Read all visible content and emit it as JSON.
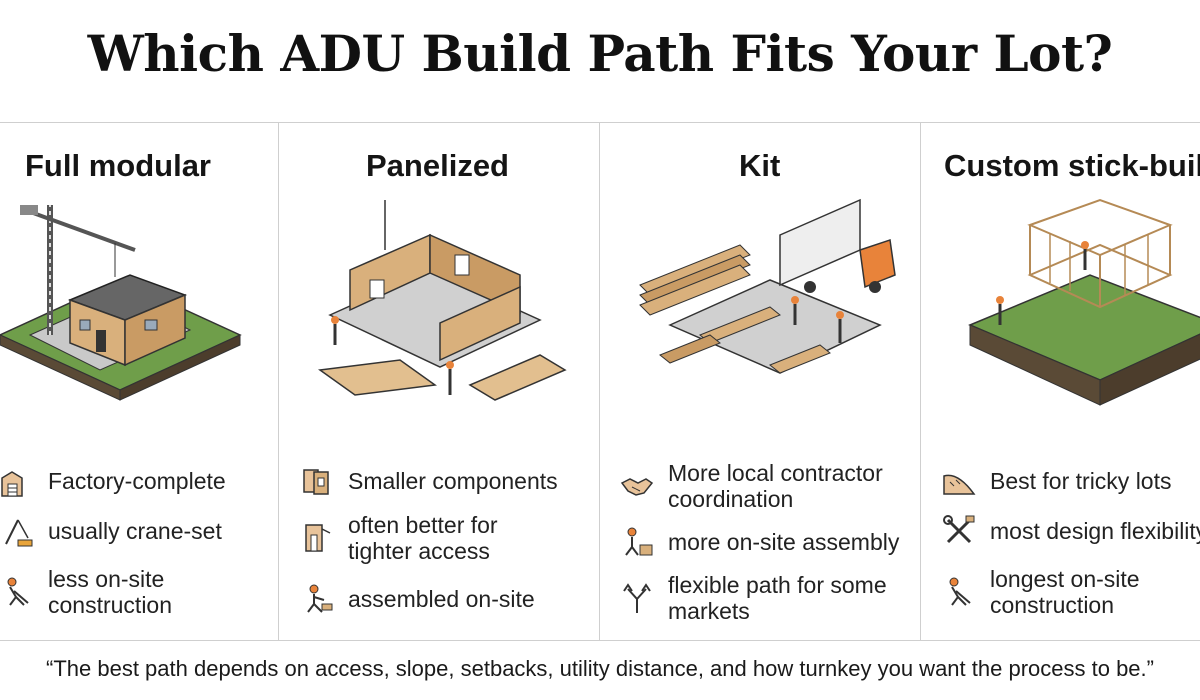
{
  "title": "Which ADU Build Path Fits Your Lot?",
  "columns": [
    {
      "heading": "Full modular",
      "illustration": "crane-setting-modular-house",
      "bullets": [
        {
          "icon": "factory-icon",
          "text": "Factory-complete"
        },
        {
          "icon": "crane-icon",
          "text": "usually crane-set"
        },
        {
          "icon": "worker-digging-icon",
          "lines": [
            "less on-site",
            "construction"
          ]
        }
      ]
    },
    {
      "heading": "Panelized",
      "illustration": "wall-panels-being-placed",
      "bullets": [
        {
          "icon": "panels-icon",
          "text": "Smaller components"
        },
        {
          "icon": "panel-doorway-icon",
          "lines": [
            "often better for",
            "tighter access"
          ]
        },
        {
          "icon": "worker-assembling-icon",
          "text": "assembled on-site"
        }
      ]
    },
    {
      "heading": "Kit",
      "illustration": "lumber-kit-delivered-by-truck",
      "bullets": [
        {
          "icon": "handshake-icon",
          "lines": [
            "More local contractor",
            "coordination"
          ]
        },
        {
          "icon": "worker-blocks-icon",
          "text": "more on-site assembly"
        },
        {
          "icon": "split-arrows-icon",
          "lines": [
            "flexible path for some",
            "markets"
          ]
        }
      ]
    },
    {
      "heading": "Custom stick-built",
      "illustration": "framing-on-sloped-lot",
      "bullets": [
        {
          "icon": "sloped-lot-icon",
          "text": "Best for tricky lots"
        },
        {
          "icon": "tools-icon",
          "text": "most design flexibility"
        },
        {
          "icon": "worker-digging-icon",
          "lines": [
            "longest on-site",
            "construction"
          ]
        }
      ]
    }
  ],
  "quote": "“The best path depends on access, slope, setbacks, utility distance, and how turnkey you want the process to be.”",
  "colors": {
    "grass": "#6f9e4a",
    "wood": "#d9b07c",
    "worker": "#e8833a",
    "concrete": "#c9c9c9",
    "line": "#333333"
  }
}
